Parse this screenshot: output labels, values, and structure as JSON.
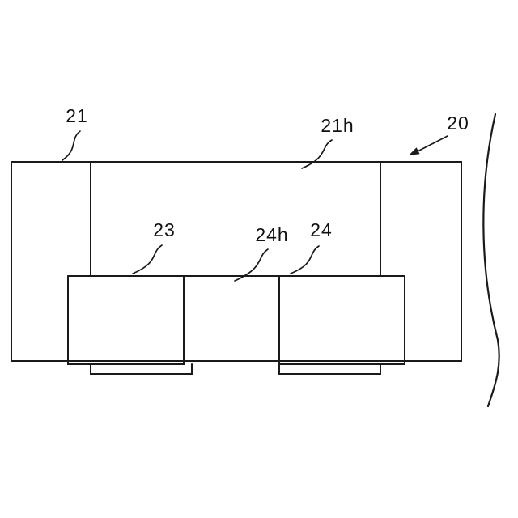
{
  "figure": {
    "background_color": "#ffffff",
    "stroke_color": "#1a1a1a",
    "labels": {
      "ref21": "21",
      "ref21h": "21h",
      "ref20": "20",
      "ref23": "23",
      "ref24h": "24h",
      "ref24": "24"
    }
  }
}
